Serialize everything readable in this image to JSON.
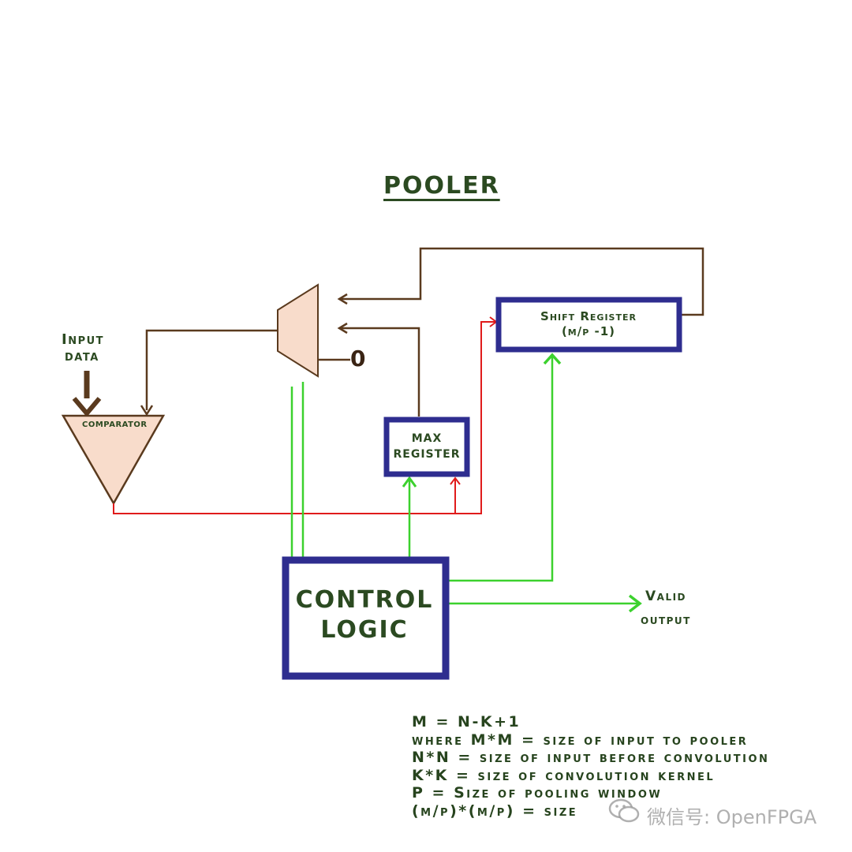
{
  "title": "POOLER",
  "input": {
    "line1": "Input",
    "line2": "data"
  },
  "comparator": {
    "label": "COMPARATOR"
  },
  "mux": {
    "zero_input": "0"
  },
  "shift_register": {
    "line1": "Shift Register",
    "line2": "(m/p -1)"
  },
  "max_register": {
    "line1": "MAX",
    "line2": "REGISTER"
  },
  "control_logic": {
    "line1": "CONTROL",
    "line2": "LOGIC"
  },
  "valid_output": {
    "line1": "Valid",
    "line2": "output"
  },
  "notes": [
    "M = N-K+1",
    "where M*M = size of input to pooler",
    "N*N = size of input before convolution",
    "K*K = size of convolution kernel",
    "P = Size of pooling window",
    "(m/p)*(m/p) = size"
  ],
  "watermark": {
    "text": "微信号: OpenFPGA",
    "icon": "wechat-icon"
  },
  "colors": {
    "block_border": "#2e2d8f",
    "data_wire": "#5a3a1e",
    "compare_wire": "#e01b1b",
    "control_wire": "#3cd12e",
    "component_fill": "#f8dccb",
    "text": "#2b4a21"
  }
}
